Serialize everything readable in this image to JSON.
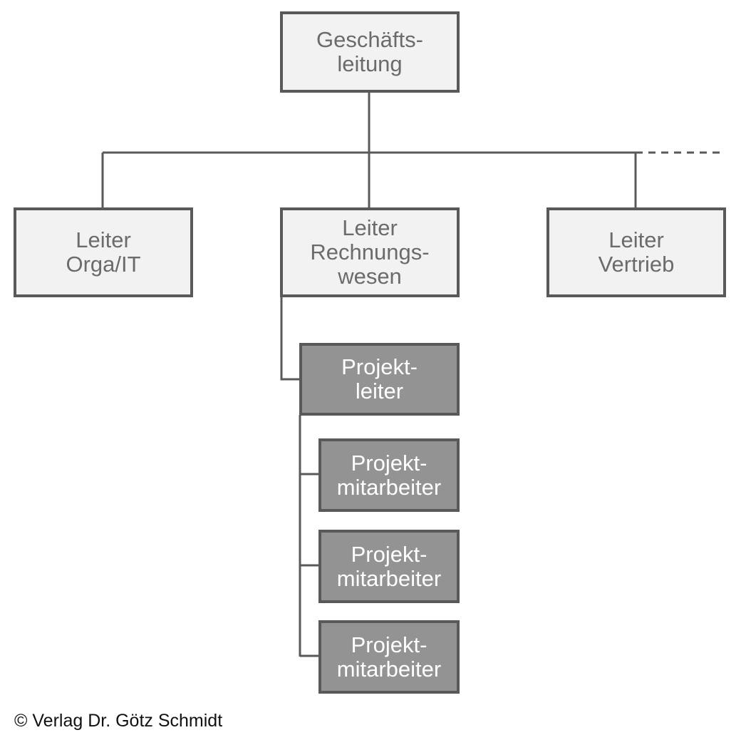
{
  "colors": {
    "line": "#595959",
    "light_fill": "#f2f2f2",
    "light_text": "#6b6b6b",
    "dark_fill": "#939393",
    "dark_text": "#ffffff"
  },
  "org_chart": {
    "root": {
      "line1": "Geschäfts-",
      "line2": "leitung"
    },
    "heads": [
      {
        "line1": "Leiter",
        "line2": "Orga/IT"
      },
      {
        "line1": "Leiter",
        "line2": "Rechnungs-",
        "line3": "wesen"
      },
      {
        "line1": "Leiter",
        "line2": "Vertrieb"
      }
    ],
    "project_lead": {
      "line1": "Projekt-",
      "line2": "leiter"
    },
    "project_members": [
      {
        "line1": "Projekt-",
        "line2": "mitarbeiter"
      },
      {
        "line1": "Projekt-",
        "line2": "mitarbeiter"
      },
      {
        "line1": "Projekt-",
        "line2": "mitarbeiter"
      }
    ]
  },
  "footer": {
    "copyright": "© Verlag Dr. Götz Schmidt"
  }
}
